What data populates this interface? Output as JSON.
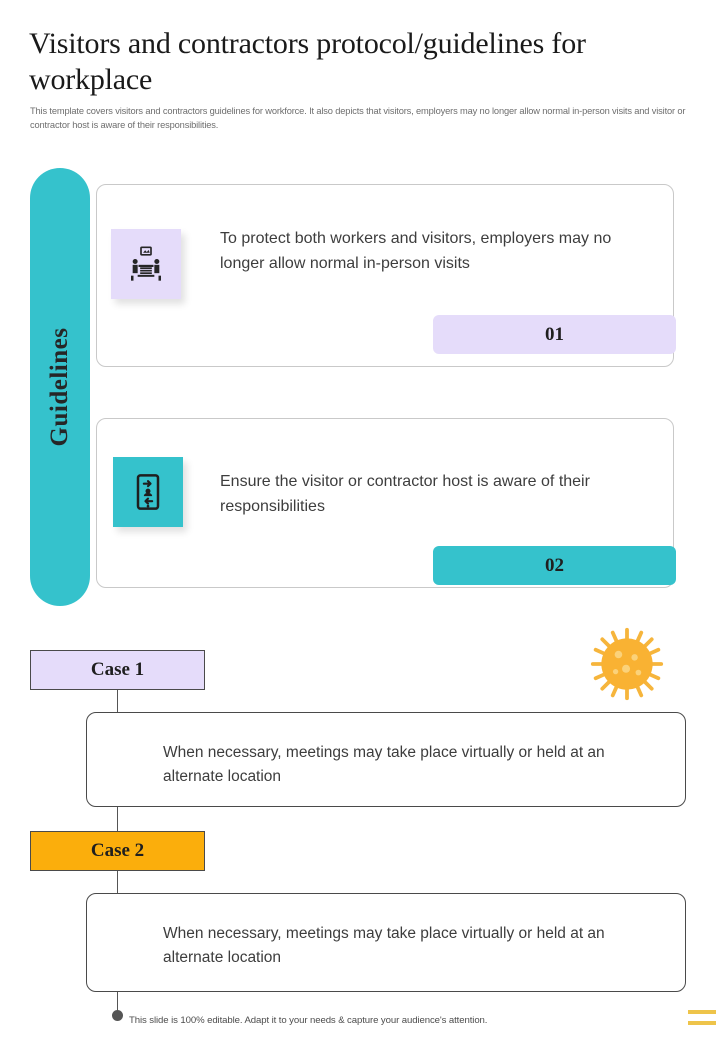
{
  "header": {
    "title": "Visitors and contractors protocol/guidelines for workplace",
    "subtitle": "This template covers visitors and contractors guidelines for workforce. It also depicts that visitors, employers may no longer allow normal in-person visits and visitor or contractor host is aware of their responsibilities."
  },
  "guidelines": {
    "tab_label": "Guidelines",
    "cards": [
      {
        "text": "To protect both workers and visitors, employers may no longer allow normal in-person visits",
        "badge": "01",
        "icon": "meeting-table-icon",
        "icon_bg": "#E5DCFA",
        "badge_bg": "#E5DCFA"
      },
      {
        "text": "Ensure the visitor or contractor host is aware of their responsibilities",
        "badge": "02",
        "icon": "mobile-visitor-icon",
        "icon_bg": "#35C2CC",
        "badge_bg": "#35C2CC"
      }
    ]
  },
  "cases": [
    {
      "label": "Case 1",
      "label_bg": "#E5DCFA",
      "text": "When necessary, meetings may take place virtually or held at an alternate location"
    },
    {
      "label": "Case 2",
      "label_bg": "#FBAE0C",
      "text": "When necessary, meetings may take place virtually or held at an alternate location"
    }
  ],
  "decor": {
    "virus_icon": "coronavirus-icon",
    "virus_color": "#F9B233"
  },
  "footer": {
    "note": "This slide is 100% editable. Adapt it to your needs & capture your audience's attention."
  },
  "colors": {
    "teal": "#35C2CC",
    "lavender": "#E5DCFA",
    "orange": "#FBAE0C",
    "gold": "#EEC44A"
  }
}
